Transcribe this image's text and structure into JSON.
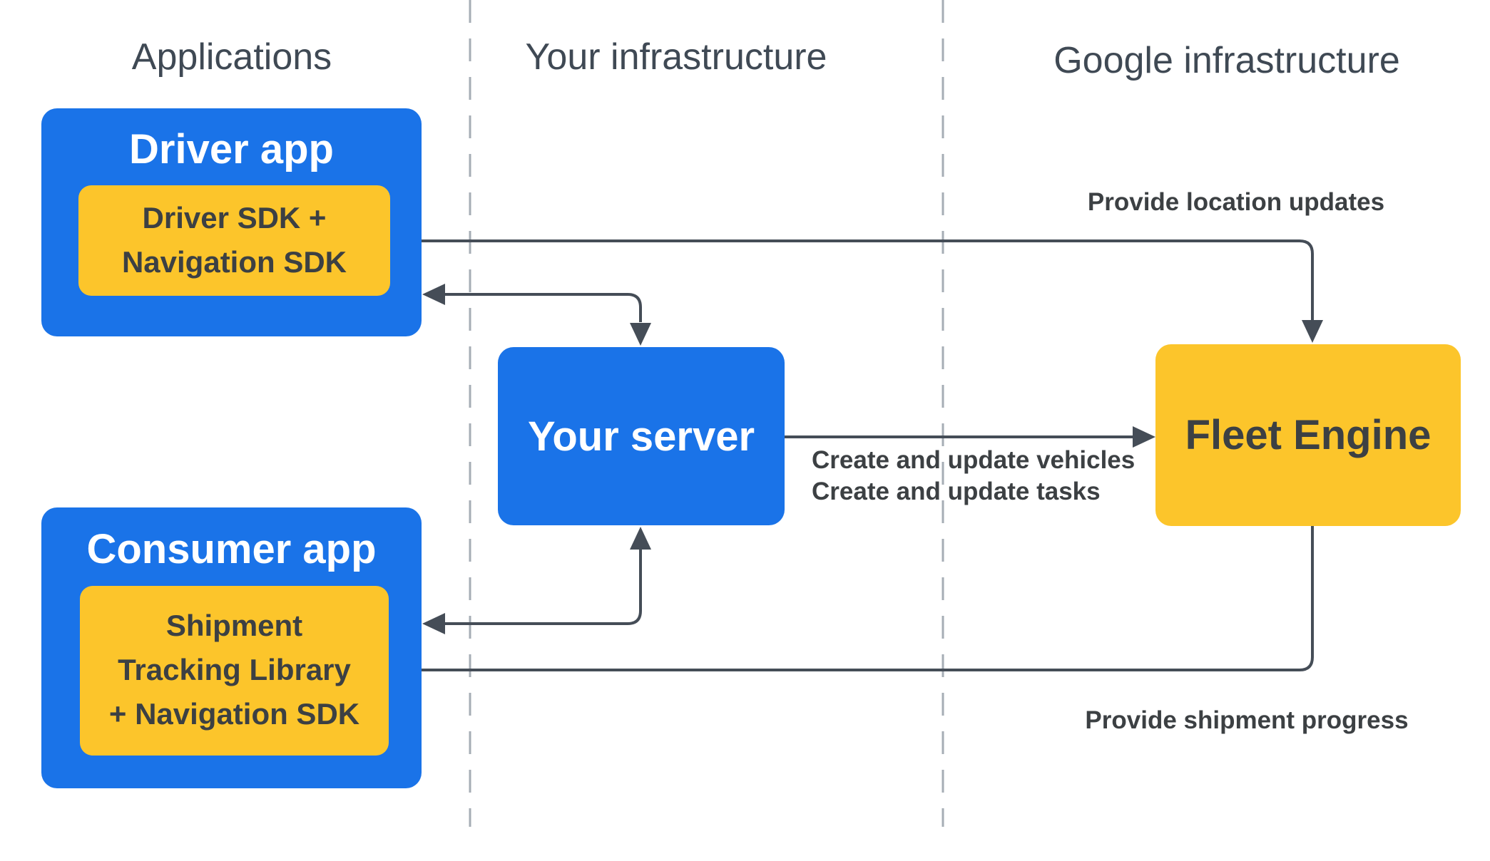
{
  "colors": {
    "bg": "#ffffff",
    "blue": "#1a73e8",
    "yellow": "#fcc52b",
    "dark-text": "#3c4043",
    "header-text": "#3f4954",
    "wire": "#454d57",
    "divider": "#a6adb5"
  },
  "columns": [
    {
      "id": "applications",
      "label": "Applications"
    },
    {
      "id": "your-infrastructure",
      "label": "Your infrastructure"
    },
    {
      "id": "google-infrastructure",
      "label": "Google infrastructure"
    }
  ],
  "nodes": {
    "driver_app": {
      "title": "Driver app",
      "sdk_lines": [
        "Driver SDK +",
        "Navigation SDK"
      ]
    },
    "consumer_app": {
      "title": "Consumer app",
      "sdk_lines": [
        "Shipment",
        "Tracking Library",
        "+ Navigation SDK"
      ]
    },
    "your_server": {
      "title": "Your server"
    },
    "fleet_engine": {
      "title": "Fleet Engine"
    }
  },
  "edges": {
    "provide_location_updates": {
      "label": "Provide location updates",
      "between": [
        "driver_sdk",
        "fleet_engine"
      ],
      "arrowheads": "both"
    },
    "driver_app_server_sync": {
      "label": "",
      "between": [
        "driver_app",
        "your_server"
      ],
      "arrowheads": "both"
    },
    "create_and_update": {
      "label_lines": [
        "Create and update vehicles",
        "Create and update tasks"
      ],
      "between": [
        "your_server",
        "fleet_engine"
      ],
      "arrowheads": "to_fleet_engine"
    },
    "consumer_app_server_sync": {
      "label": "",
      "between": [
        "your_server",
        "consumer_app"
      ],
      "arrowheads": "both"
    },
    "provide_shipment_progress": {
      "label": "Provide shipment progress",
      "between": [
        "fleet_engine",
        "shipment_tracking_library"
      ],
      "arrowheads": "to_library"
    }
  }
}
